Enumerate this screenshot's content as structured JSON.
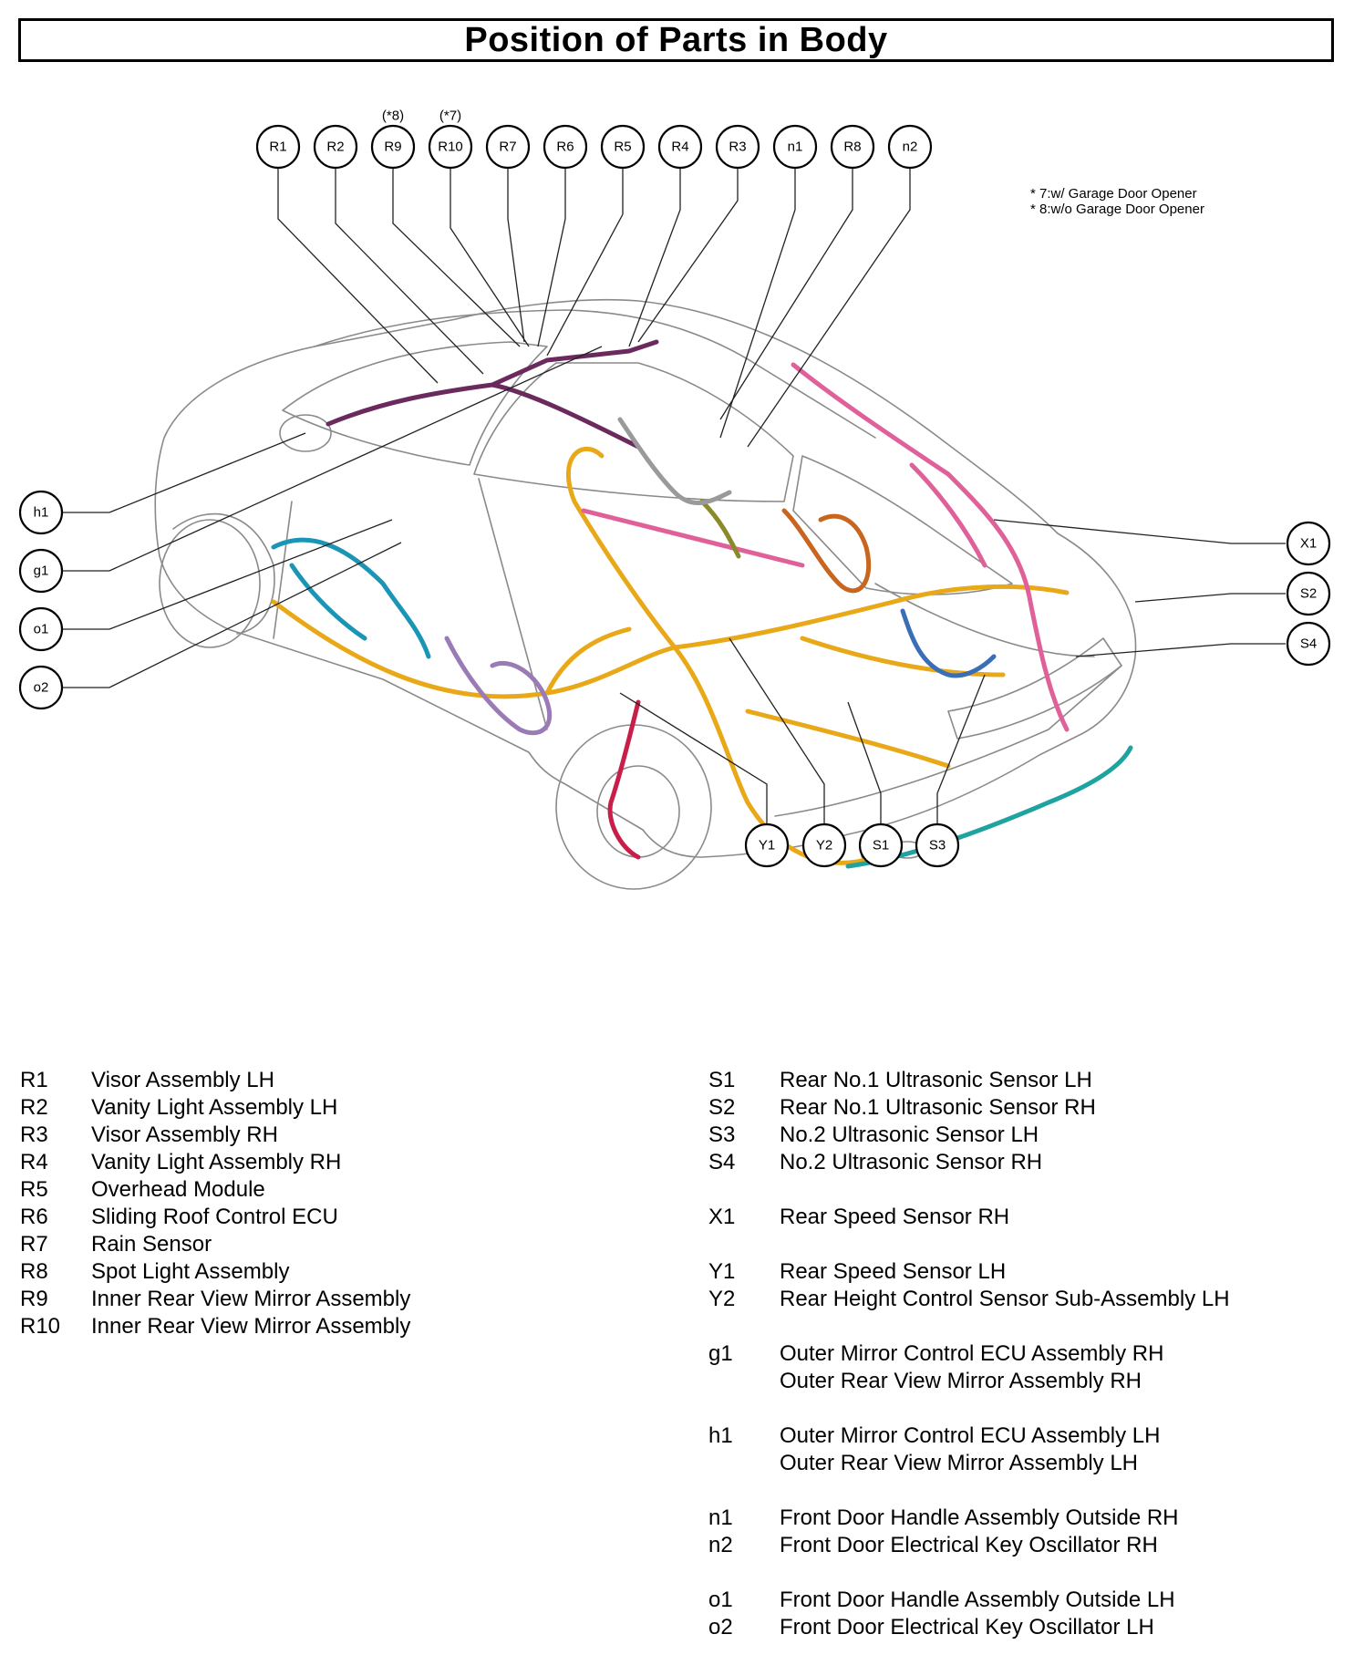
{
  "title": "Position of Parts in Body",
  "notes": [
    "* 7:w/ Garage Door Opener",
    "* 8:w/o Garage Door Opener"
  ],
  "callouts": [
    {
      "label": "R1",
      "tag": ""
    },
    {
      "label": "R2",
      "tag": ""
    },
    {
      "label": "R9",
      "tag": "(*8)"
    },
    {
      "label": "R10",
      "tag": "(*7)"
    },
    {
      "label": "R7",
      "tag": ""
    },
    {
      "label": "R6",
      "tag": ""
    },
    {
      "label": "R5",
      "tag": ""
    },
    {
      "label": "R4",
      "tag": ""
    },
    {
      "label": "R3",
      "tag": ""
    },
    {
      "label": "n1",
      "tag": ""
    },
    {
      "label": "R8",
      "tag": ""
    },
    {
      "label": "n2",
      "tag": ""
    },
    {
      "label": "h1",
      "tag": ""
    },
    {
      "label": "g1",
      "tag": ""
    },
    {
      "label": "o1",
      "tag": ""
    },
    {
      "label": "o2",
      "tag": ""
    },
    {
      "label": "X1",
      "tag": ""
    },
    {
      "label": "S2",
      "tag": ""
    },
    {
      "label": "S4",
      "tag": ""
    },
    {
      "label": "Y1",
      "tag": ""
    },
    {
      "label": "Y2",
      "tag": ""
    },
    {
      "label": "S1",
      "tag": ""
    },
    {
      "label": "S3",
      "tag": ""
    }
  ],
  "harness_colors": {
    "roof": "#6b2a5e",
    "cowl": "#e8a817",
    "pink": "#e0609a",
    "cyan": "#1a95b5",
    "teal": "#1fa3a0",
    "orange": "#c8651e",
    "lavender": "#9b7bb5",
    "blue": "#3a6fb8",
    "crimson": "#c81e4a",
    "olive": "#8a8a2a",
    "grey": "#9a9a9a"
  },
  "legend_left": [
    {
      "code": "R1",
      "name": "Visor Assembly LH"
    },
    {
      "code": "R2",
      "name": "Vanity Light Assembly LH"
    },
    {
      "code": "R3",
      "name": "Visor Assembly RH"
    },
    {
      "code": "R4",
      "name": "Vanity Light Assembly RH"
    },
    {
      "code": "R5",
      "name": "Overhead Module"
    },
    {
      "code": "R6",
      "name": "Sliding Roof Control ECU"
    },
    {
      "code": "R7",
      "name": "Rain Sensor"
    },
    {
      "code": "R8",
      "name": "Spot Light Assembly"
    },
    {
      "code": "R9",
      "name": "Inner Rear View Mirror Assembly"
    },
    {
      "code": "R10",
      "name": "Inner Rear View Mirror Assembly"
    }
  ],
  "legend_right": [
    {
      "code": "S1",
      "name": "Rear No.1 Ultrasonic Sensor LH"
    },
    {
      "code": "S2",
      "name": "Rear No.1 Ultrasonic Sensor RH"
    },
    {
      "code": "S3",
      "name": "No.2 Ultrasonic Sensor LH"
    },
    {
      "code": "S4",
      "name": "No.2 Ultrasonic Sensor RH"
    },
    {
      "gap": true
    },
    {
      "code": "X1",
      "name": "Rear Speed Sensor RH"
    },
    {
      "gap": true
    },
    {
      "code": "Y1",
      "name": "Rear Speed Sensor LH"
    },
    {
      "code": "Y2",
      "name": "Rear Height Control Sensor Sub-Assembly LH"
    },
    {
      "gap": true
    },
    {
      "code": "g1",
      "name": "Outer Mirror Control ECU Assembly RH"
    },
    {
      "code": "",
      "name": "Outer Rear View Mirror Assembly RH"
    },
    {
      "gap": true
    },
    {
      "code": "h1",
      "name": "Outer Mirror Control ECU Assembly LH"
    },
    {
      "code": "",
      "name": "Outer Rear View Mirror Assembly LH"
    },
    {
      "gap": true
    },
    {
      "code": "n1",
      "name": "Front Door Handle Assembly Outside RH"
    },
    {
      "code": "n2",
      "name": "Front Door Electrical Key Oscillator RH"
    },
    {
      "gap": true
    },
    {
      "code": "o1",
      "name": "Front Door Handle Assembly Outside LH"
    },
    {
      "code": "o2",
      "name": "Front Door Electrical Key Oscillator LH"
    }
  ]
}
